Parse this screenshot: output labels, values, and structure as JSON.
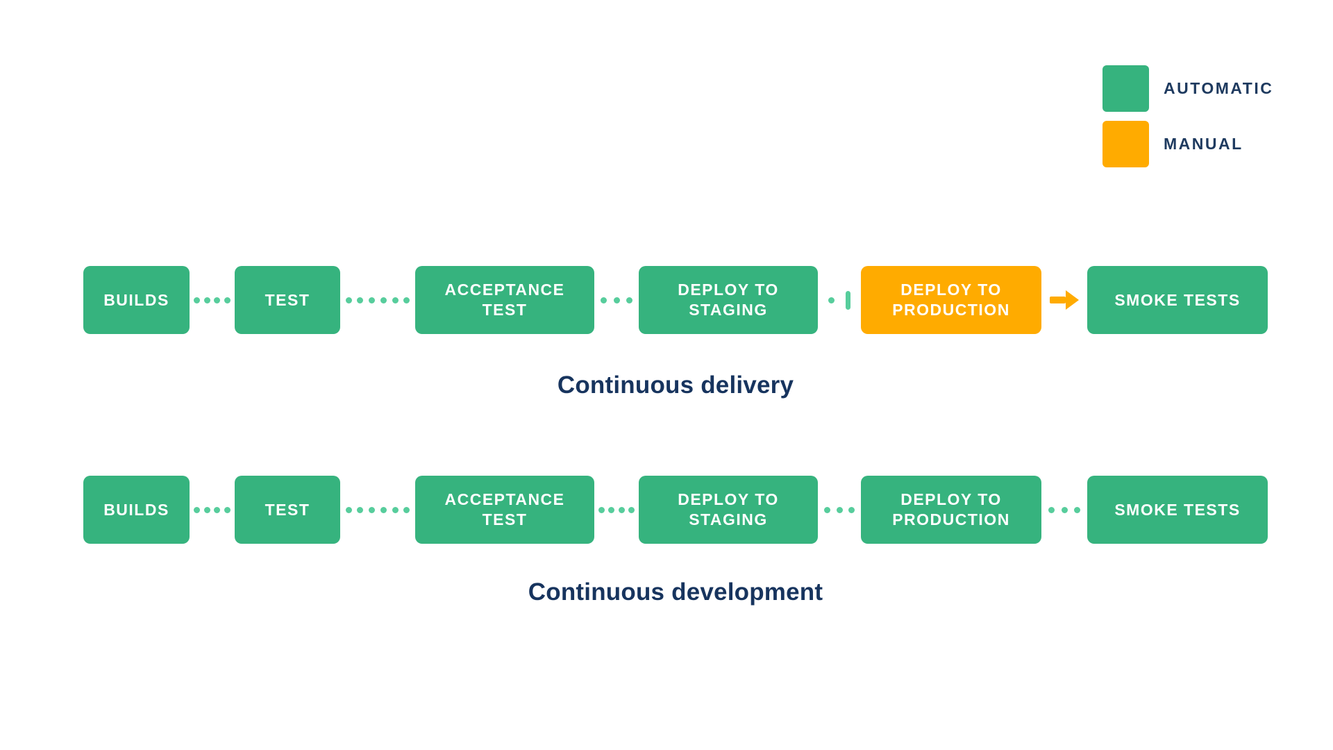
{
  "legend": {
    "items": [
      {
        "label": "AUTOMATIC",
        "mode": "automatic",
        "color": "#36B37E"
      },
      {
        "label": "MANUAL",
        "mode": "manual",
        "color": "#FFAB00"
      }
    ]
  },
  "pipelines": [
    {
      "caption": "Continuous delivery",
      "steps": [
        {
          "label": "BUILDS",
          "mode": "automatic"
        },
        {
          "label": "TEST",
          "mode": "automatic"
        },
        {
          "label": "ACCEPTANCE TEST",
          "mode": "automatic"
        },
        {
          "label": "DEPLOY TO STAGING",
          "mode": "automatic"
        },
        {
          "label": "DEPLOY TO PRODUCTION",
          "mode": "manual"
        },
        {
          "label": "SMOKE TESTS",
          "mode": "automatic"
        }
      ],
      "connectors": [
        {
          "type": "dots",
          "count": 4
        },
        {
          "type": "dots",
          "count": 6
        },
        {
          "type": "dots",
          "count": 3
        },
        {
          "type": "dot-and-pause-bar"
        },
        {
          "type": "manual-arrow"
        }
      ]
    },
    {
      "caption": "Continuous development",
      "steps": [
        {
          "label": "BUILDS",
          "mode": "automatic"
        },
        {
          "label": "TEST",
          "mode": "automatic"
        },
        {
          "label": "ACCEPTANCE TEST",
          "mode": "automatic"
        },
        {
          "label": "DEPLOY TO STAGING",
          "mode": "automatic"
        },
        {
          "label": "DEPLOY TO PRODUCTION",
          "mode": "automatic"
        },
        {
          "label": "SMOKE TESTS",
          "mode": "automatic"
        }
      ],
      "connectors": [
        {
          "type": "dots",
          "count": 4
        },
        {
          "type": "dots",
          "count": 6
        },
        {
          "type": "dots",
          "count": 4
        },
        {
          "type": "dots",
          "count": 3
        },
        {
          "type": "dots",
          "count": 3
        }
      ]
    }
  ],
  "colors": {
    "automatic": "#36B37E",
    "manual": "#FFAB00",
    "connector_dot": "#57CD9C",
    "caption_text": "#17345E",
    "box_text": "#FFFFFF",
    "background": "#FFFFFF"
  }
}
